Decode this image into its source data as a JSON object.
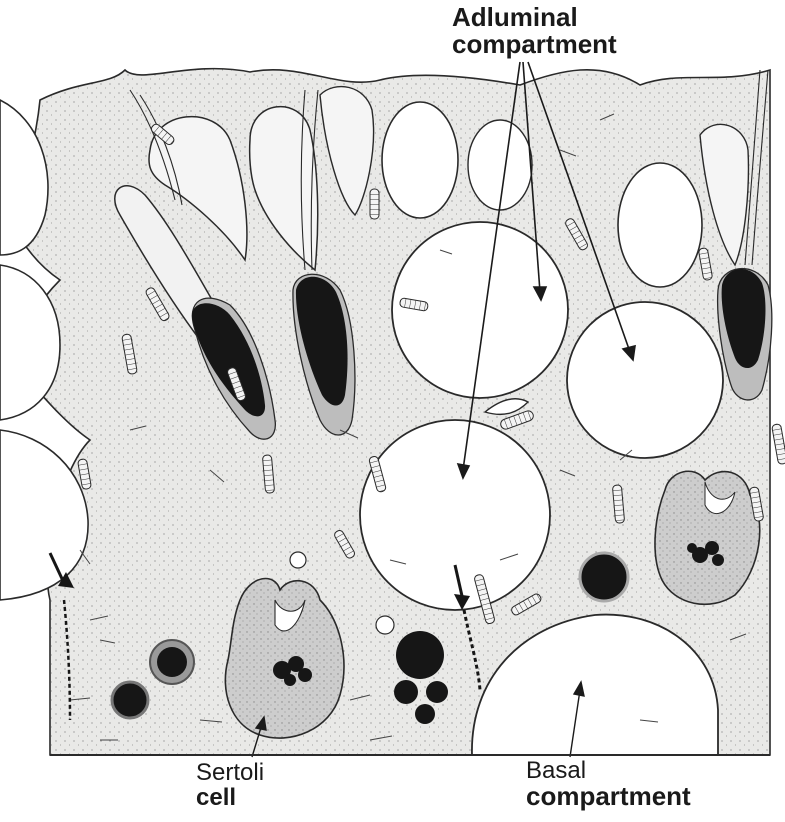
{
  "labels": {
    "adluminal": {
      "line1": "Adluminal",
      "line2": "compartment"
    },
    "sertoli": {
      "line1": "Sertoli",
      "line2": "cell"
    },
    "basal": {
      "line1": "Basal",
      "line2": "compartment"
    }
  },
  "colors": {
    "cytoplasm": "#e8e8e6",
    "outline": "#2a2a2a",
    "nucleus_dark": "#161616",
    "acrosome": "#bdbdbd",
    "nucleus_light": "#cfcfcf"
  }
}
